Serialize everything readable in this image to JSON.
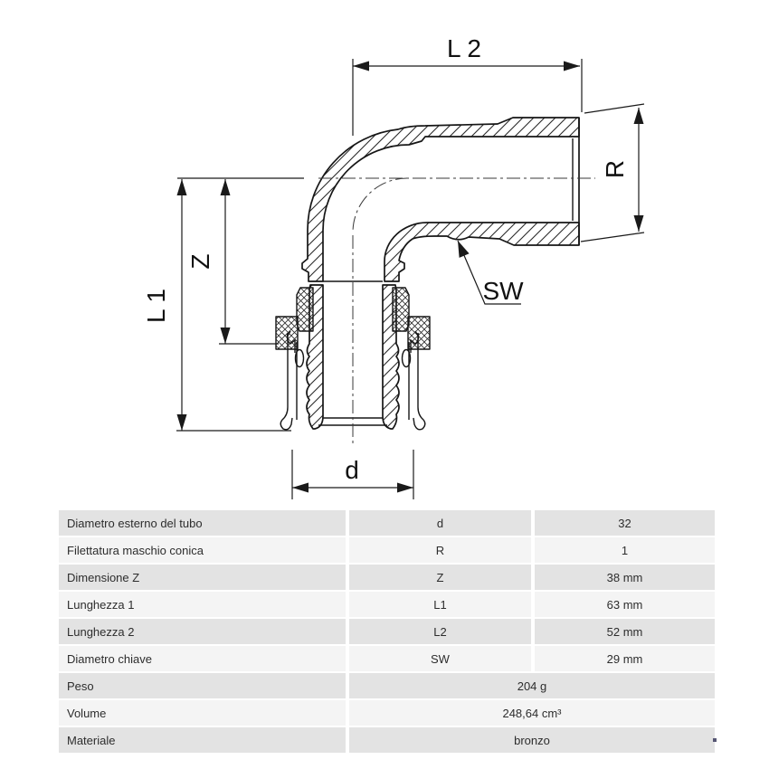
{
  "drawing": {
    "labels": {
      "l2": "L 2",
      "r": "R",
      "z": "Z",
      "l1": "L 1",
      "sw": "SW",
      "d": "d"
    },
    "line_color": "#1a1a1a"
  },
  "table": {
    "rows": [
      {
        "label": "Diametro esterno del tubo",
        "symbol": "d",
        "value": "32"
      },
      {
        "label": "Filettatura maschio conica",
        "symbol": "R",
        "value": "1"
      },
      {
        "label": "Dimensione Z",
        "symbol": "Z",
        "value": "38 mm"
      },
      {
        "label": "Lunghezza 1",
        "symbol": "L1",
        "value": "63 mm"
      },
      {
        "label": "Lunghezza 2",
        "symbol": "L2",
        "value": "52 mm"
      },
      {
        "label": "Diametro chiave",
        "symbol": "SW",
        "value": "29 mm"
      },
      {
        "label": "Peso",
        "value": "204 g"
      },
      {
        "label": "Volume",
        "value": "248,64 cm³"
      },
      {
        "label": "Materiale",
        "value": "bronzo"
      }
    ],
    "colors": {
      "row_dark": "#e3e3e3",
      "row_light": "#f4f4f4",
      "text": "#2d2d2d"
    }
  }
}
